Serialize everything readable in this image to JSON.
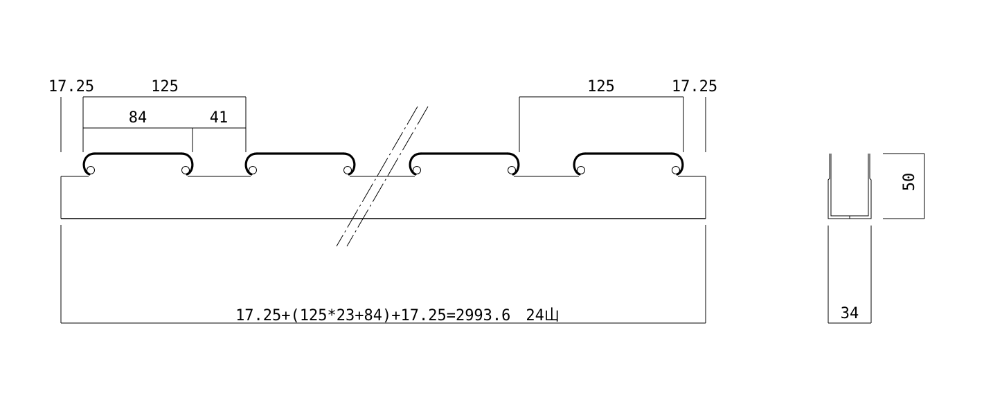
{
  "front_view": {
    "dim_left_edge": "17.25",
    "dim_left_pitch": "125",
    "dim_slot_width": "84",
    "dim_slot_gap": "41",
    "dim_right_pitch": "125",
    "dim_right_edge": "17.25",
    "dim_total": "17.25+(125*23+84)+17.25=2993.6　24山"
  },
  "side_view": {
    "dim_height": "50",
    "dim_width": "34"
  }
}
